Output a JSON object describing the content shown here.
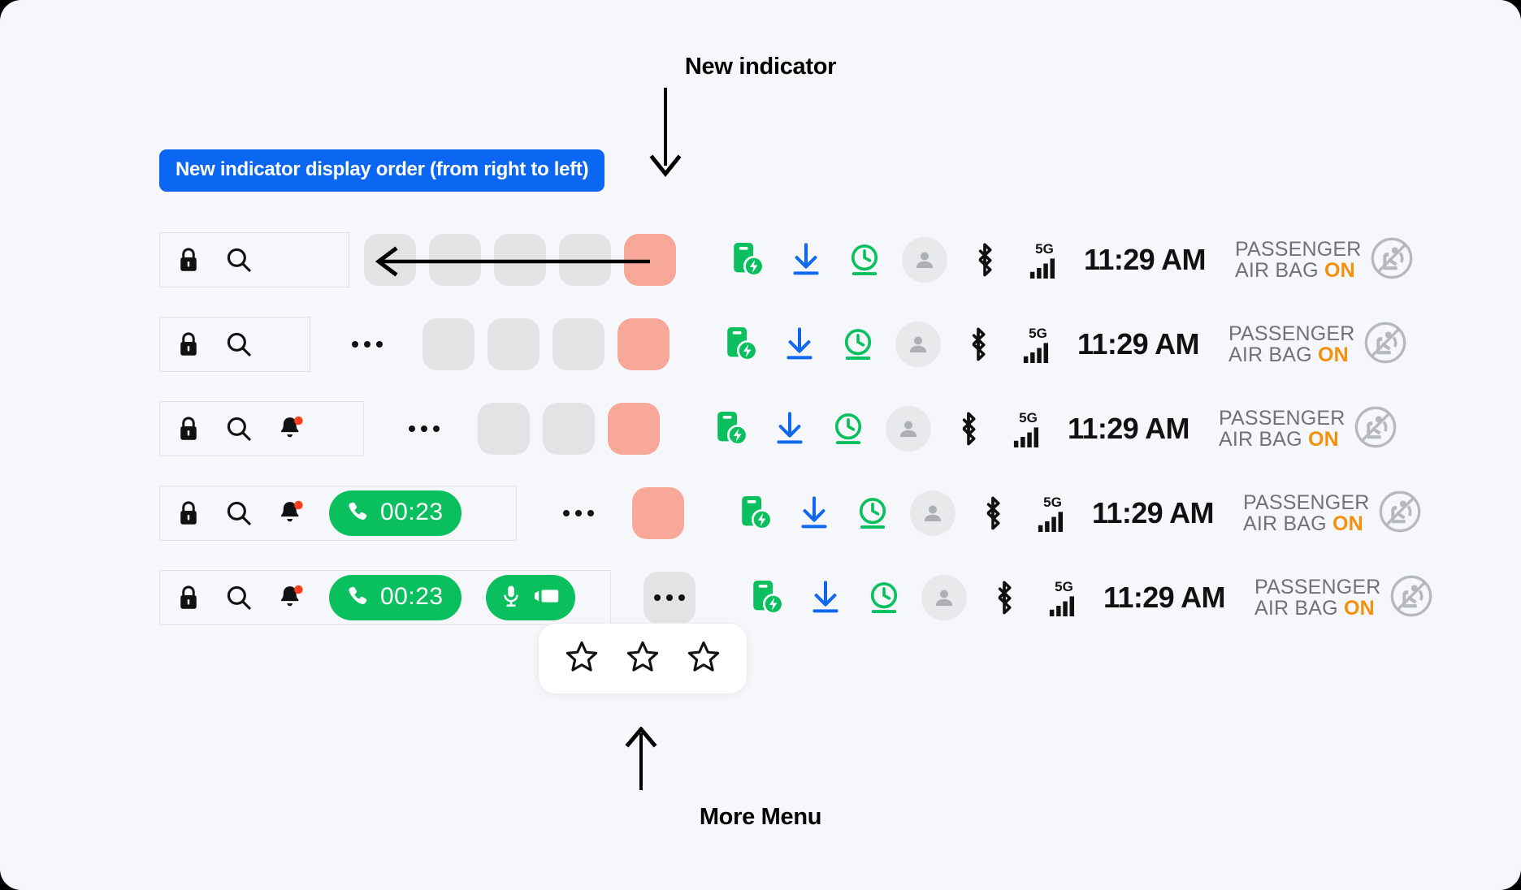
{
  "annotations": {
    "top_label": "New indicator",
    "bottom_label": "More Menu",
    "badge_label": "New indicator display order (from right to left)",
    "top_arrow_icon": "arrow-down-icon",
    "bottom_arrow_icon": "arrow-up-icon",
    "flow_arrow_icon": "arrow-left-long-icon"
  },
  "colors": {
    "background": "#F5F7FA",
    "badge_blue": "#0B66F2",
    "tile_gray": "#E2E3E5",
    "tile_salmon": "#F8A898",
    "pill_green": "#0ABF5D",
    "status_green": "#0ABF5D",
    "download_blue": "#1168F0",
    "airbag_orange": "#F5900B",
    "airbag_text": "#6F7378",
    "notification_dot": "#FF3B20"
  },
  "status_bar": {
    "charging_icon": "device-charging-icon",
    "download_icon": "download-icon",
    "clock_history_icon": "clock-icon",
    "profile_icon": "person-avatar-icon",
    "bluetooth_icon": "bluetooth-icon",
    "signal_label": "5G",
    "signal_icon": "cellular-signal-icon",
    "time": "11:29 AM",
    "airbag_line1": "PASSENGER",
    "airbag_line2": "AIR BAG",
    "airbag_state": "ON",
    "airbag_icon": "passenger-airbag-off-icon"
  },
  "left_icons": {
    "lock": "lock-icon",
    "search": "search-icon",
    "bell": "bell-notification-icon",
    "phone": "phone-call-icon",
    "mic": "microphone-icon",
    "camera": "video-camera-icon"
  },
  "call_timer": "00:23",
  "popup_menu": {
    "items": [
      {
        "icon": "star-outline-icon"
      },
      {
        "icon": "star-outline-icon"
      },
      {
        "icon": "star-outline-icon"
      }
    ]
  },
  "rows": [
    {
      "id": "row-1",
      "left_items": [
        "lock",
        "search"
      ],
      "ellipsis": "none",
      "tiles": [
        "gray",
        "gray",
        "gray",
        "gray",
        "salmon"
      ]
    },
    {
      "id": "row-2",
      "left_items": [
        "lock",
        "search"
      ],
      "ellipsis": "inline",
      "tiles": [
        "gray",
        "gray",
        "gray",
        "salmon"
      ]
    },
    {
      "id": "row-3",
      "left_items": [
        "lock",
        "search",
        "bell"
      ],
      "ellipsis": "inline",
      "tiles": [
        "gray",
        "gray",
        "salmon"
      ]
    },
    {
      "id": "row-4",
      "left_items": [
        "lock",
        "search",
        "bell",
        "call-pill"
      ],
      "ellipsis": "inline",
      "tiles": [
        "salmon"
      ]
    },
    {
      "id": "row-5",
      "left_items": [
        "lock",
        "search",
        "bell",
        "call-pill",
        "media-pill"
      ],
      "ellipsis": "button",
      "tiles": []
    }
  ]
}
